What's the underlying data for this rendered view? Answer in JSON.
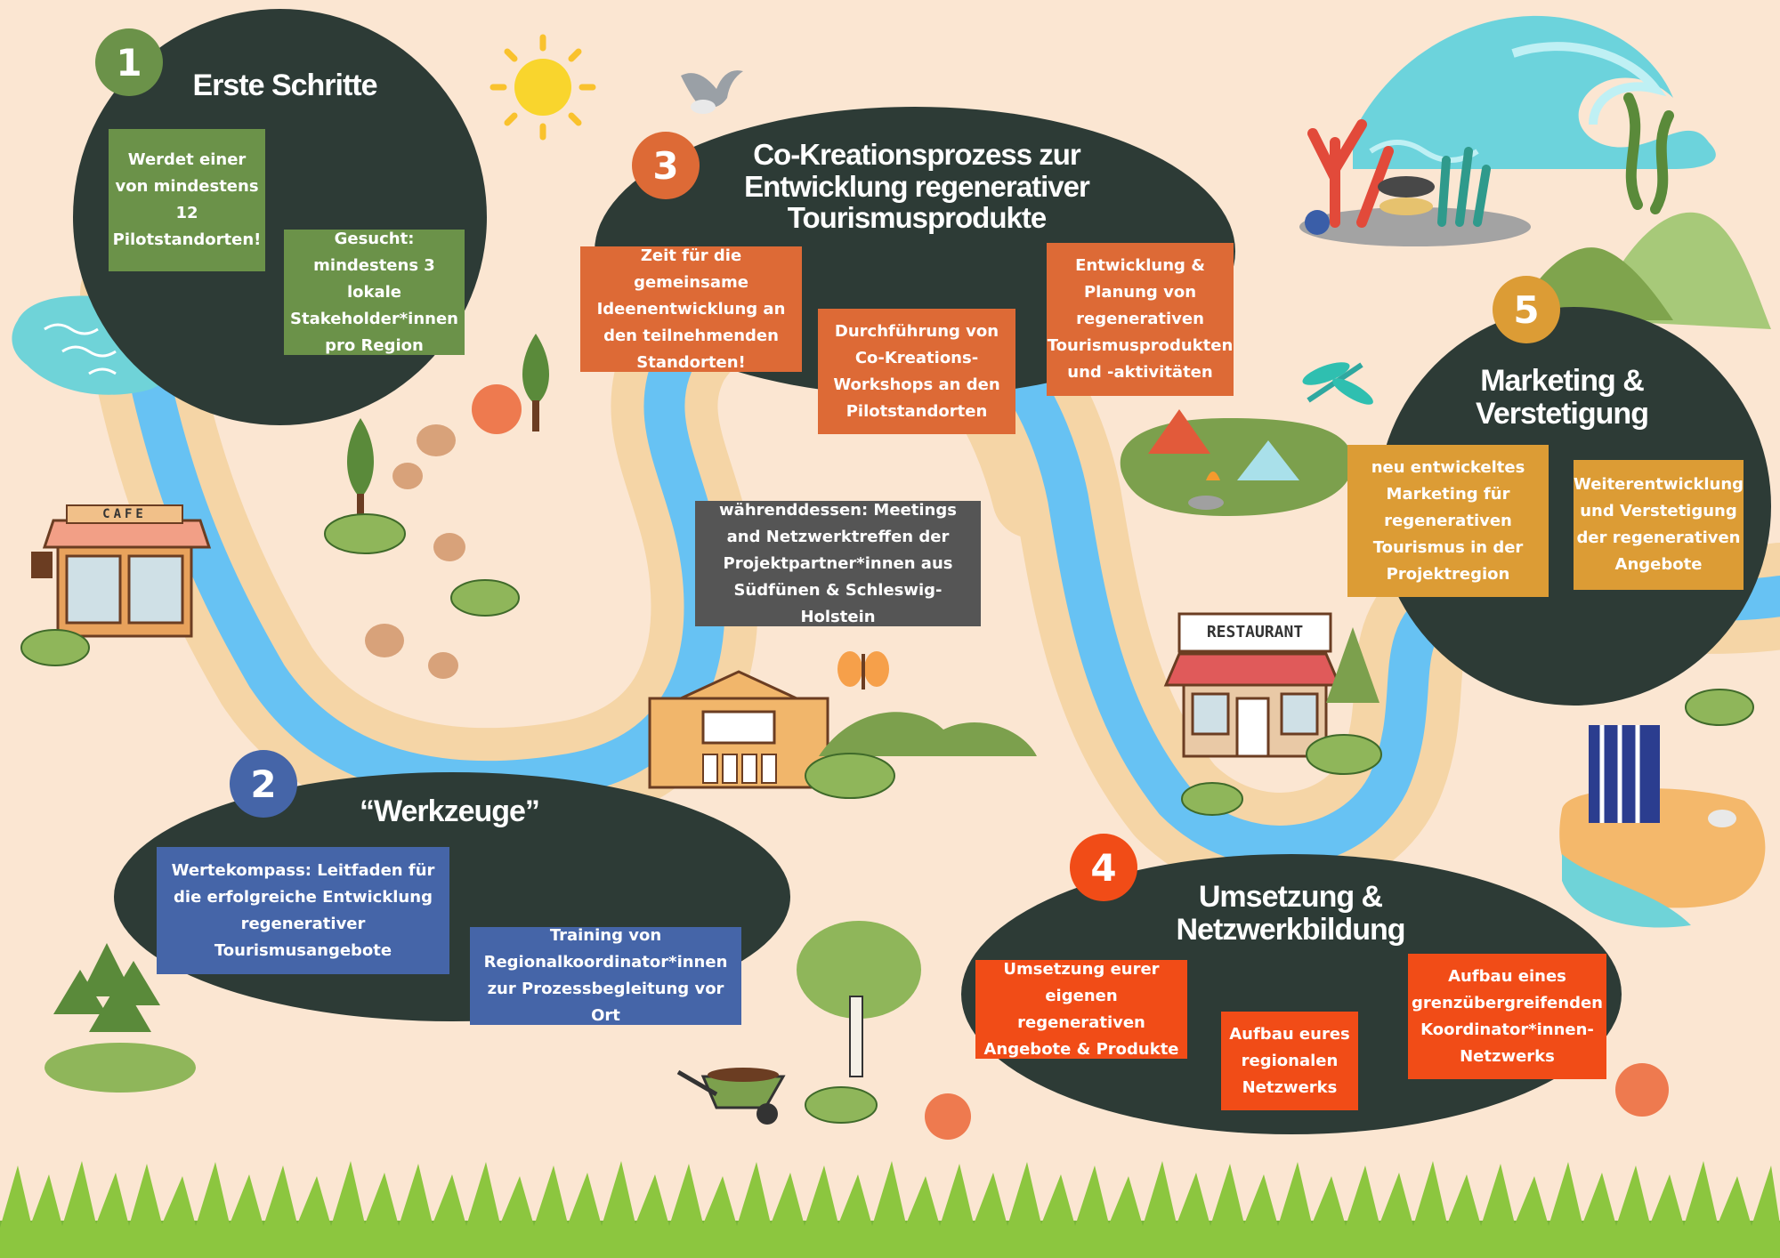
{
  "colors": {
    "background": "#fbe6d2",
    "blob": "#2d3b36",
    "river": "#67c2f3",
    "riverbank": "#f5d5a6",
    "step1": "#6b9249",
    "step2": "#4565a8",
    "step3": "#dd6a36",
    "step4": "#f14c17",
    "step5": "#dc9c35",
    "parallel": "#555555",
    "grass": "#79b53a"
  },
  "step1": {
    "number": "1",
    "title": "Erste Schritte",
    "box_a": "Werdet einer von mindestens 12 Pilotstandorten!",
    "box_b": "Gesucht: mindestens 3 lokale Stakeholder*innen pro Region"
  },
  "step2": {
    "number": "2",
    "title": "“Werkzeuge”",
    "box_a": "Wertekompass: Leitfaden für die erfolgreiche Entwicklung regenerativer Tourismusangebote",
    "box_b": "Training von Regionalkoordinator*innen zur Prozessbegleitung vor Ort"
  },
  "step3": {
    "number": "3",
    "title": "Co-Kreationsprozess zur Entwicklung regenerativer Tourismusprodukte",
    "box_a": "Zeit für die gemeinsame Ideenentwicklung an den teilnehmenden Standorten!",
    "box_b": "Durchführung von Co-Kreations-Workshops an den Pilotstandorten",
    "box_c": "Entwicklung & Planung von regenerativen Tourismusprodukten und -aktivitäten"
  },
  "meanwhile": {
    "text": "währenddessen: Meetings and Netzwerktreffen der Projektpartner*innen aus Südfünen & Schleswig-Holstein"
  },
  "step4": {
    "number": "4",
    "title": "Umsetzung & Netzwerkbildung",
    "box_a": "Umsetzung eurer eigenen regenerativen Angebote & Produkte",
    "box_b": "Aufbau eures regionalen Netzwerks",
    "box_c": "Aufbau eines grenzübergreifenden Koordinator*innen-Netzwerks"
  },
  "step5": {
    "number": "5",
    "title": "Marketing & Verstetigung",
    "box_a": "neu entwickeltes Marketing für regenerativen Tourismus in der Projektregion",
    "box_b": "Weiterentwicklung und Verstetigung der regenerativen Angebote"
  },
  "signs": {
    "cafe": "CAFE",
    "restaurant": "RESTAURANT"
  },
  "icons": [
    "sun-icon",
    "seagull-icon",
    "wave-icon",
    "coral-icon",
    "seaweed-icon",
    "hills-icon",
    "dragonfly-icon",
    "campsite-icon",
    "cafe-building-icon",
    "restaurant-building-icon",
    "town-hall-icon",
    "butterfly-icon",
    "sheep-icon",
    "tree-icon",
    "bush-icon",
    "beach-chair-icon",
    "wheelbarrow-icon",
    "birch-tree-icon",
    "pond-icon",
    "grass-icon"
  ]
}
